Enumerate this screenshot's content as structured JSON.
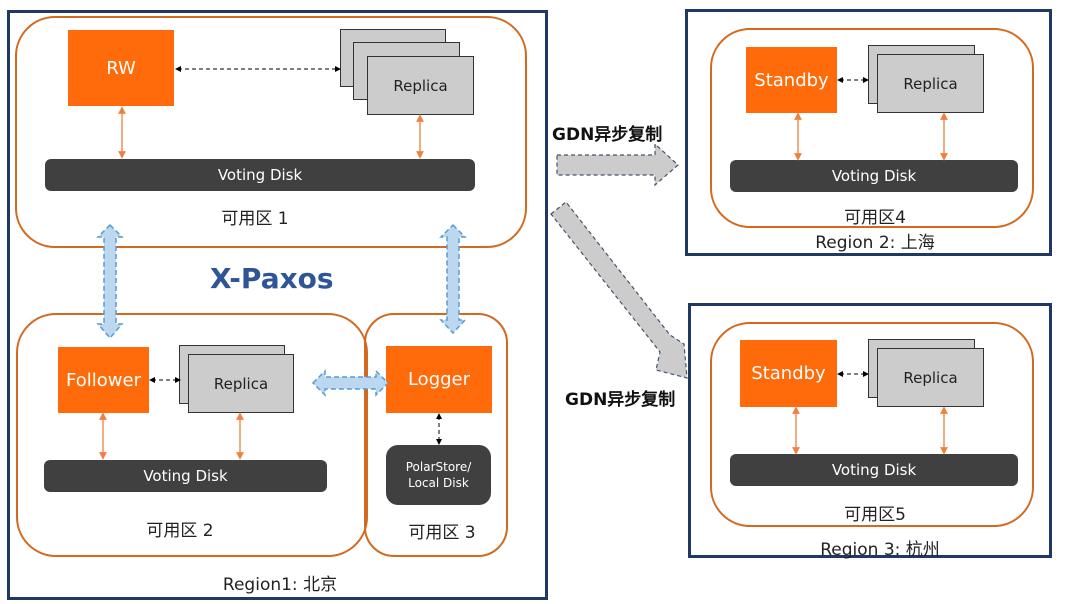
{
  "diagram": {
    "consensus_label": "X-Paxos",
    "replication_label": "GDN异步复制",
    "colors": {
      "region_border": "#1f3864",
      "zone_border": "#d2691e",
      "primary_node": "#ff6a0a",
      "replica_node": "#cccccc",
      "disk": "#404040",
      "paxos_arrow": "#bcd7f0",
      "gdn_arrow": "#cccccc",
      "title_blue": "#2e5597"
    },
    "regions": [
      {
        "label": "Region1: 北京",
        "zones": [
          {
            "label": "可用区 1",
            "primary": "RW",
            "replica": "Replica",
            "disk": "Voting Disk"
          },
          {
            "label": "可用区 2",
            "primary": "Follower",
            "replica": "Replica",
            "disk": "Voting Disk"
          },
          {
            "label": "可用区 3",
            "primary": "Logger",
            "storage_line1": "PolarStore/",
            "storage_line2": "Local Disk"
          }
        ]
      },
      {
        "label": "Region 2: 上海",
        "zones": [
          {
            "label": "可用区4",
            "primary": "Standby",
            "replica": "Replica",
            "disk": "Voting Disk"
          }
        ]
      },
      {
        "label": "Region 3: 杭州",
        "zones": [
          {
            "label": "可用区5",
            "primary": "Standby",
            "replica": "Replica",
            "disk": "Voting Disk"
          }
        ]
      }
    ]
  }
}
